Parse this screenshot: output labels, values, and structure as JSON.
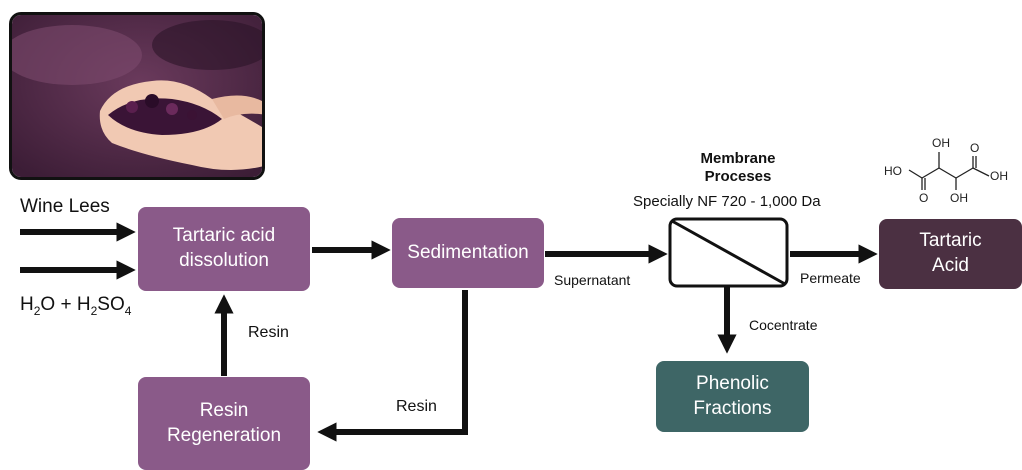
{
  "photo": {
    "icon": "grape-pomace-in-hand-photo"
  },
  "inputs": {
    "wine_lees": "Wine Lees",
    "water_acid": {
      "h": "H",
      "sub1": "2",
      "o_plus_h": "O + H",
      "sub2": "2",
      "so": "SO",
      "sub3": "4"
    }
  },
  "boxes": {
    "dissolution": "Tartaric acid dissolution",
    "sedimentation": "Sedimentation",
    "regeneration": "Resin Regeneration",
    "tartaric": "Tartaric Acid",
    "phenolic": "Phenolic Fractions"
  },
  "labels": {
    "resin_up": "Resin",
    "resin_return": "Resin",
    "supernatant": "Supernatant",
    "permeate": "Permeate",
    "concentrate": "Cocentrate"
  },
  "membrane": {
    "title_line1": "Membrane",
    "title_line2": "Proceses",
    "spec": "Specially NF 720 - 1,000 Da"
  },
  "molecule": {
    "ho": "HO",
    "oh_top": "OH",
    "oh_right": "OH",
    "oh_bottom": "OH",
    "o_left": "O",
    "o_right": "O"
  },
  "colors": {
    "purple": "#8a5a89",
    "dark_purple": "#4b3042",
    "teal": "#3e6666"
  }
}
